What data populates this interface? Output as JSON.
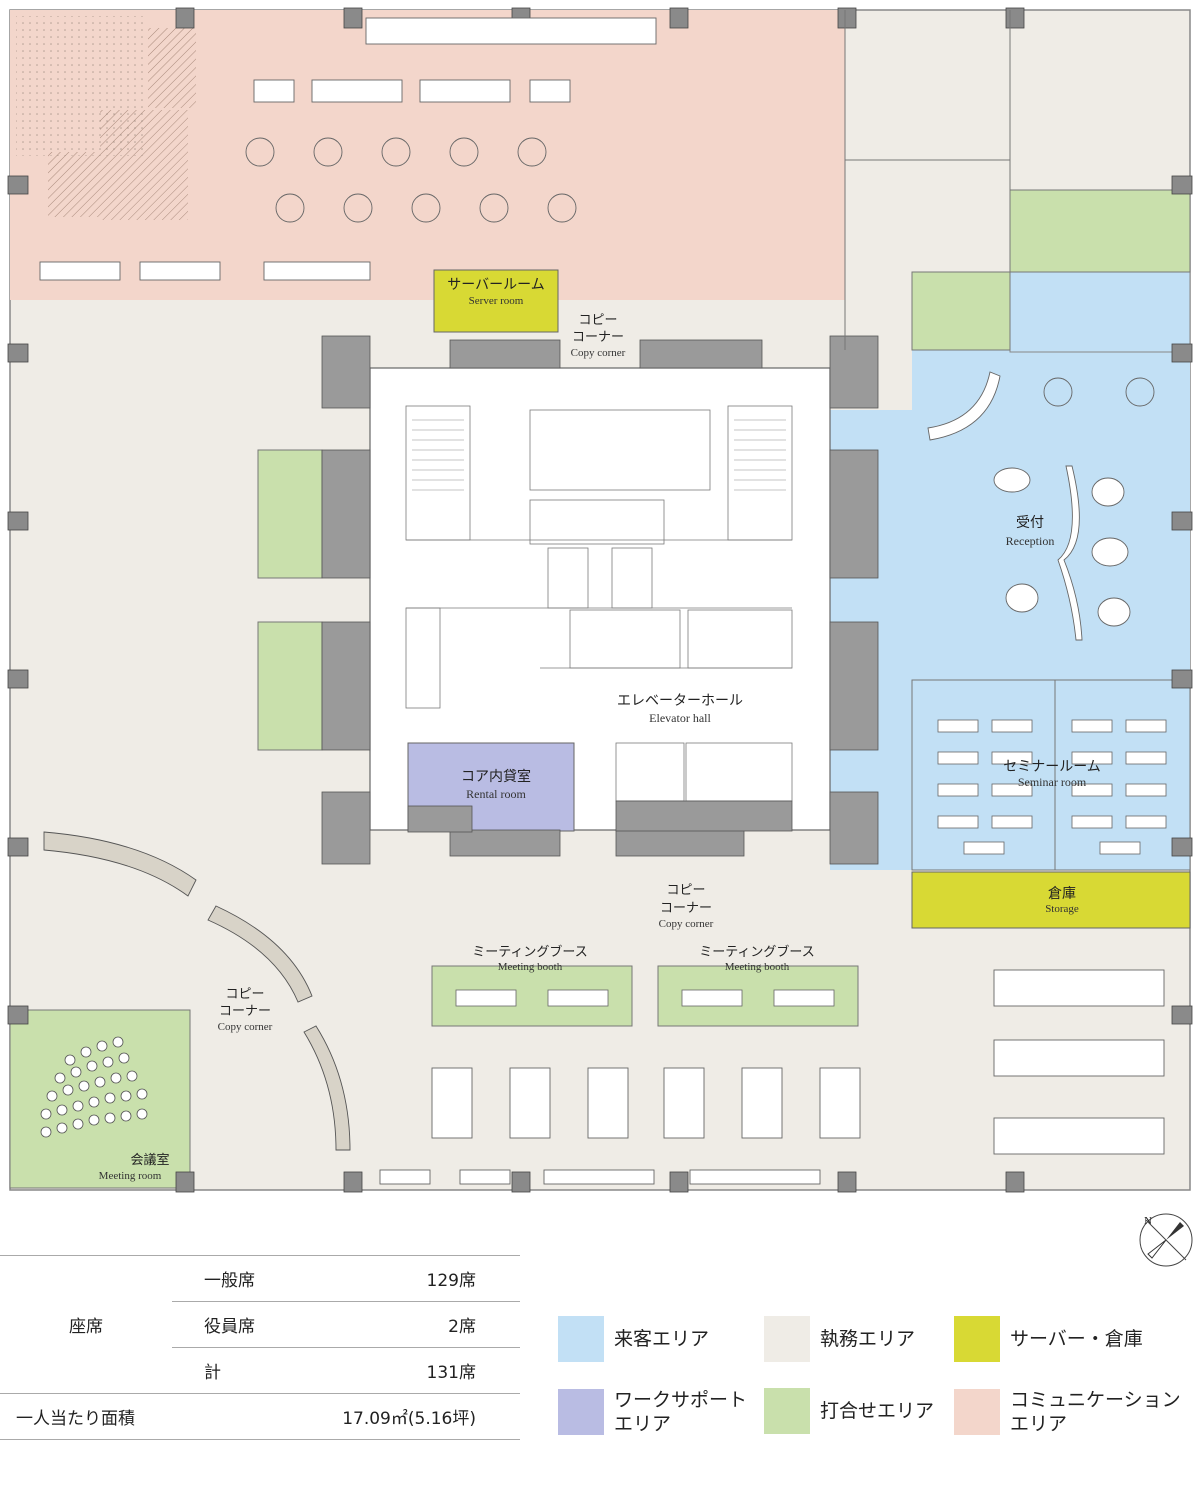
{
  "colors": {
    "visitor": "#c2e0f5",
    "work": "#efece6",
    "server": "#d8d934",
    "support": "#b9bce3",
    "meeting": "#c9e0ac",
    "communication": "#f3d6cb",
    "wall": "#9a9a9a",
    "line": "#6d6d6d"
  },
  "rooms": {
    "server_room": {
      "jp": "サーバールーム",
      "en": "Server room"
    },
    "copy_corner_top": {
      "jp1": "コピー",
      "jp2": "コーナー",
      "en": "Copy corner"
    },
    "reception": {
      "jp": "受付",
      "en": "Reception"
    },
    "elevator_hall": {
      "jp": "エレベーターホール",
      "en": "Elevator hall"
    },
    "rental_room": {
      "jp": "コア内貸室",
      "en": "Rental room"
    },
    "seminar_room": {
      "jp": "セミナールーム",
      "en": "Seminar room"
    },
    "storage": {
      "jp": "倉庫",
      "en": "Storage"
    },
    "copy_corner_mid": {
      "jp1": "コピー",
      "jp2": "コーナー",
      "en": "Copy corner"
    },
    "meeting_booth_1": {
      "jp": "ミーティングブース",
      "en": "Meeting booth"
    },
    "meeting_booth_2": {
      "jp": "ミーティングブース",
      "en": "Meeting booth"
    },
    "copy_corner_left": {
      "jp1": "コピー",
      "jp2": "コーナー",
      "en": "Copy corner"
    },
    "meeting_room": {
      "jp": "会議室",
      "en": "Meeting room"
    }
  },
  "compass": {
    "north": "N"
  },
  "seats": {
    "header": "座席",
    "rows": [
      {
        "name": "一般席",
        "value": "129席"
      },
      {
        "name": "役員席",
        "value": "2席"
      },
      {
        "name": "計",
        "value": "131席"
      }
    ],
    "area_label": "一人当たり面積",
    "area_value": "17.09㎡(5.16坪)"
  },
  "legend": [
    {
      "label": "来客エリア",
      "color": "#c2e0f5"
    },
    {
      "label": "執務エリア",
      "color": "#efece6"
    },
    {
      "label": "サーバー・倉庫",
      "color": "#d8d934"
    },
    {
      "label": "ワークサポート\nエリア",
      "color": "#b9bce3"
    },
    {
      "label": "打合せエリア",
      "color": "#c9e0ac"
    },
    {
      "label": "コミュニケーション\nエリア",
      "color": "#f3d6cb"
    }
  ]
}
